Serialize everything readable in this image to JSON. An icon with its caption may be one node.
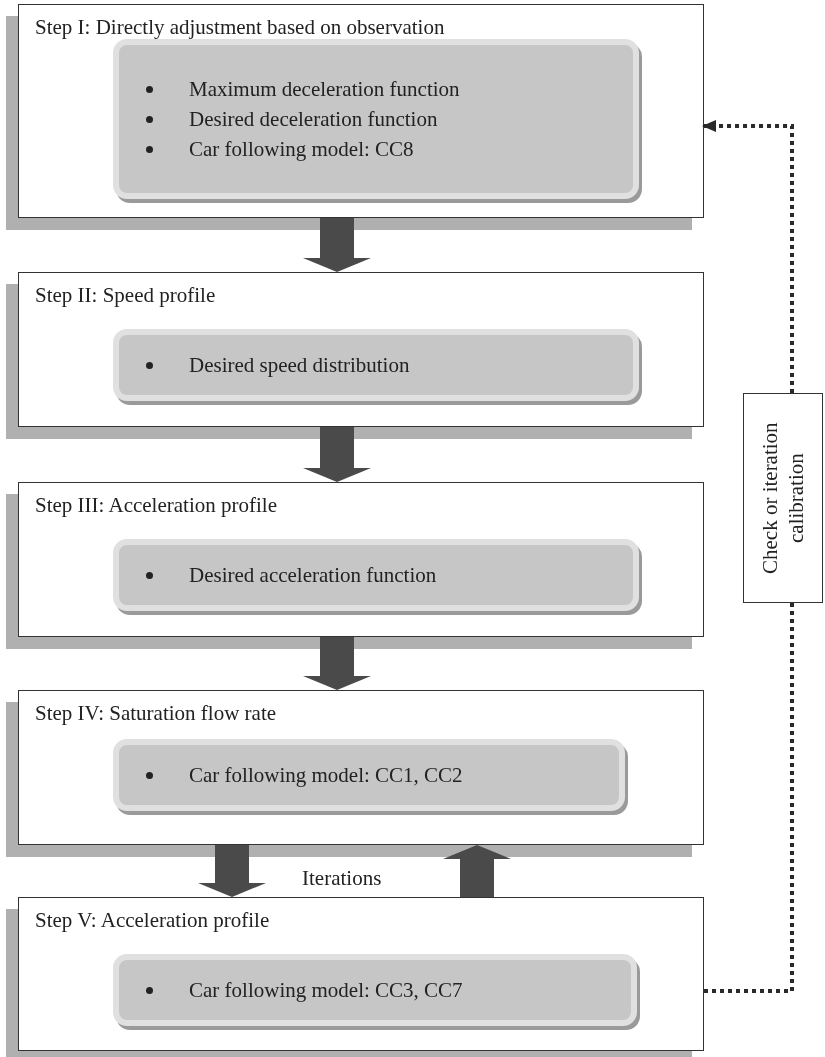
{
  "diagram": {
    "nodes": [
      {
        "text": [
          "Step I: Directly adjustment based on observation"
        ]
      },
      {
        "text": [
          "Maximum deceleration function",
          "Desired deceleration function",
          "Car following model: CC8"
        ],
        "in": 0
      },
      {
        "text": [
          "Step II: Speed profile"
        ]
      },
      {
        "text": [
          "Desired speed distribution"
        ],
        "in": 2
      },
      {
        "text": [
          "Step III: Acceleration profile"
        ]
      },
      {
        "text": [
          "Desired acceleration function"
        ],
        "in": 4
      },
      {
        "text": [
          "Step IV: Saturation flow rate"
        ]
      },
      {
        "text": [
          "Car following model: CC1, CC2"
        ],
        "in": 6
      },
      {
        "text": [
          "Step V: Acceleration profile"
        ]
      },
      {
        "text": [
          "Car following model: CC3, CC7"
        ],
        "in": 8
      },
      {
        "text": [
          "Check or iteration calibration"
        ]
      }
    ],
    "edges": [
      {
        "from": 0,
        "to": 2,
        "arrow": "to"
      },
      {
        "from": 2,
        "to": 4,
        "arrow": "to"
      },
      {
        "from": 4,
        "to": 6,
        "arrow": "to"
      },
      {
        "from": 6,
        "to": 8,
        "arrow": "to"
      },
      {
        "from": 8,
        "to": 6,
        "arrow": "to"
      },
      {
        "from": 8,
        "to": 10,
        "arrow": "none",
        "style": "dashed"
      },
      {
        "from": 10,
        "to": 0,
        "arrow": "to",
        "style": "dashed"
      }
    ],
    "labels": [
      "Iterations"
    ]
  }
}
